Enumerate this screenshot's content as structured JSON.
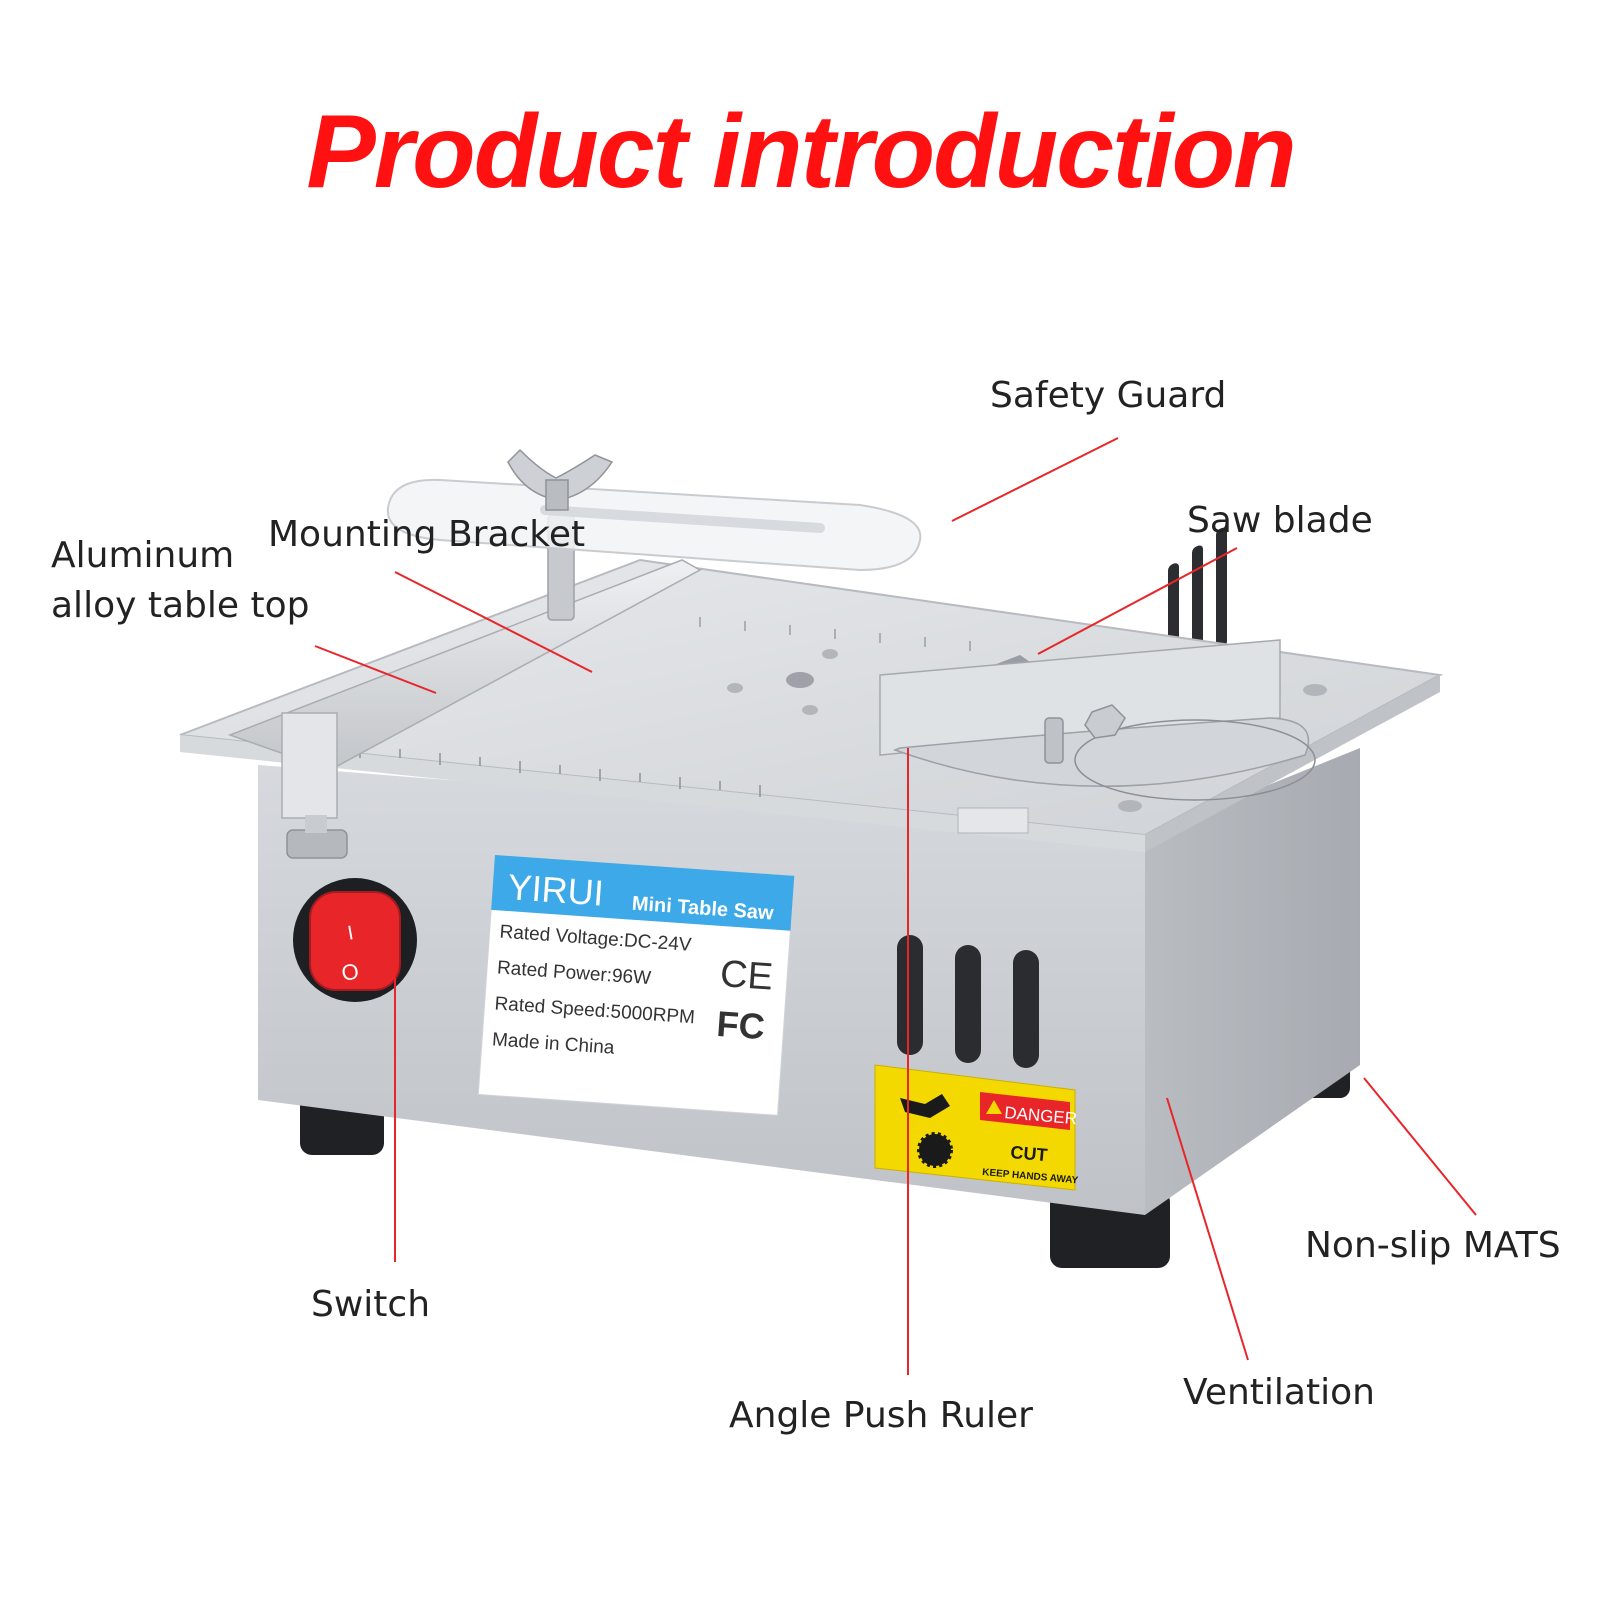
{
  "title": "Product introduction",
  "colors": {
    "title": "#ff1111",
    "leader": "#e8262a",
    "label_blue": "#3da9e8",
    "warning_yellow": "#f4d900",
    "danger_red": "#e8262a",
    "body_silver": "#c9ccd0"
  },
  "callouts": {
    "safety_guard": "Safety Guard",
    "saw_blade": "Saw blade",
    "mounting_bracket": "Mounting Bracket",
    "table_top_line1": "Aluminum",
    "table_top_line2": "alloy table top",
    "switch": "Switch",
    "angle_push_ruler": "Angle Push Ruler",
    "ventilation": "Ventilation",
    "non_slip_mats": "Non-slip MATS"
  },
  "nameplate": {
    "brand": "YIRUI",
    "product": "Mini Table Saw",
    "rated_voltage": "Rated Voltage:DC-24V",
    "rated_power": "Rated Power:96W",
    "rated_speed": "Rated Speed:5000RPM",
    "origin": "Made in China",
    "ce_mark": "CE",
    "fc_mark": "FC"
  },
  "switch_symbols": {
    "on": "I",
    "off": "O"
  },
  "warning_label": {
    "danger": "DANGER",
    "cut": "CUT",
    "keep_hands_away": "KEEP HANDS AWAY"
  },
  "icons": [
    "warning-triangle-icon",
    "hand-cut-icon",
    "saw-blade-icon",
    "wing-nut-icon"
  ]
}
